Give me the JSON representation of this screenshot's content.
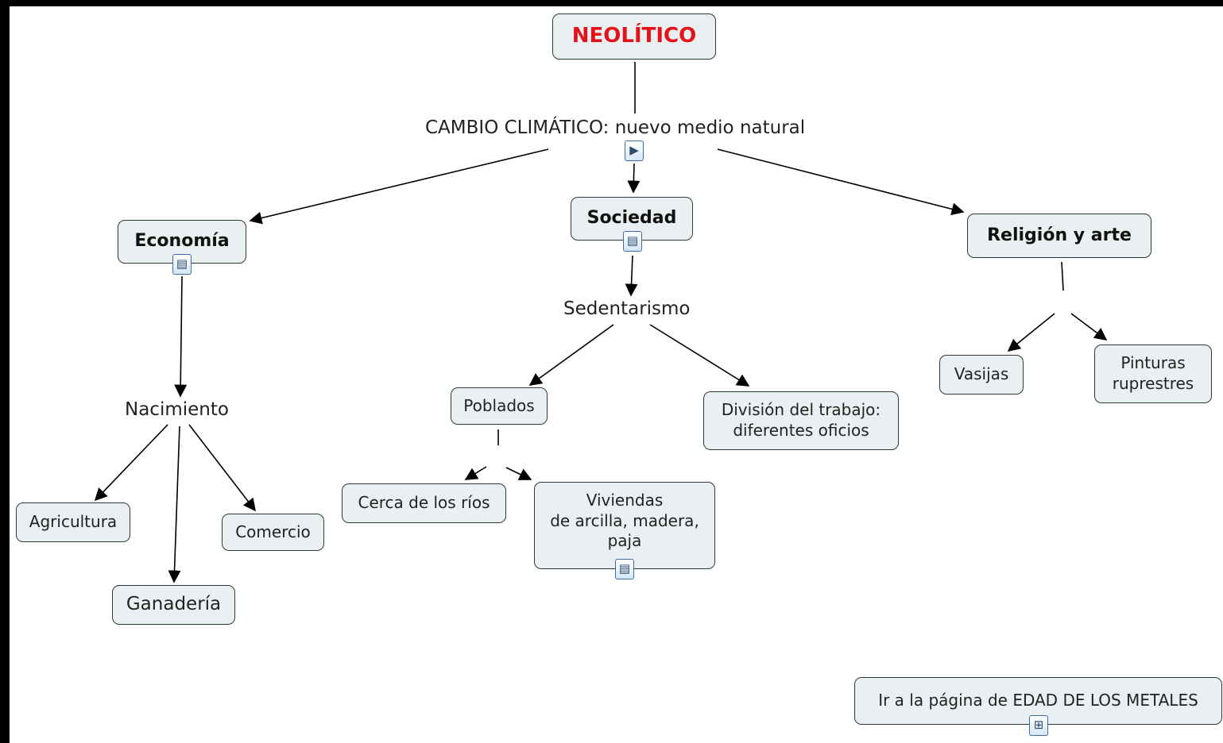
{
  "map": {
    "title": "NEOLÍTICO",
    "title_color": "#e3121b",
    "cambio": "CAMBIO CLIMÁTICO: nuevo medio natural",
    "economia": "Economía",
    "sociedad": "Sociedad",
    "religion": "Religión y arte",
    "nacimiento": "Nacimiento",
    "sedentarismo": "Sedentarismo",
    "agricultura": "Agricultura",
    "ganaderia": "Ganadería",
    "comercio": "Comercio",
    "poblados": "Poblados",
    "division": "División del trabajo:\ndiferentes oficios",
    "cerca": "Cerca de los ríos",
    "viviendas": "Viviendas\nde arcilla, madera,\npaja",
    "vasijas": "Vasijas",
    "pinturas": "Pinturas\nruprestres",
    "link_metales": "Ir a la página de EDAD DE LOS METALES"
  },
  "icons": {
    "cambio": "animation-resource-icon",
    "economia": "document-resource-icon",
    "sociedad": "document-resource-icon",
    "viviendas": "document-resource-icon",
    "metales": "concept-map-link-icon"
  }
}
